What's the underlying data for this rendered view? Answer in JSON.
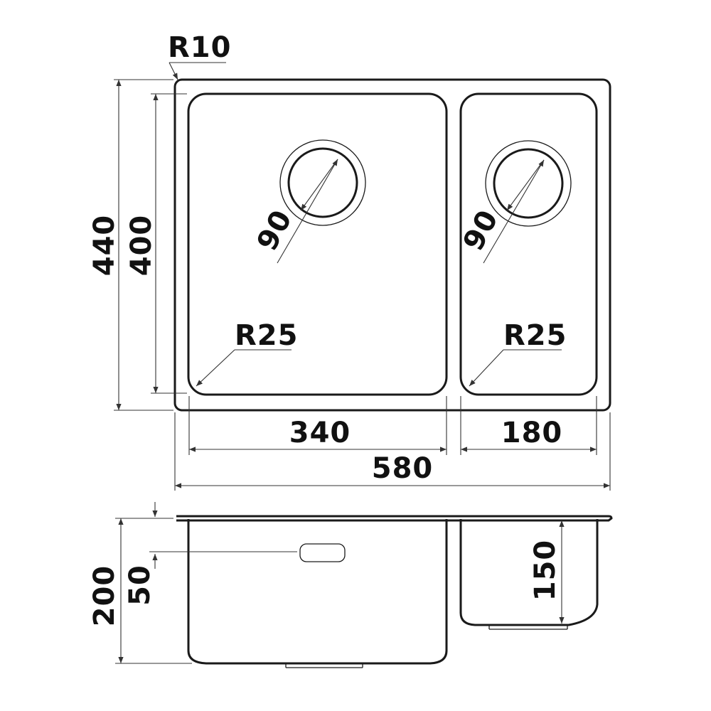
{
  "top_view": {
    "corner_radius_outer": "R10",
    "overall_depth": "440",
    "inner_depth": "400",
    "drain_left": "90",
    "drain_right": "90",
    "corner_radius_left": "R25",
    "corner_radius_right": "R25",
    "width_left_bowl": "340",
    "width_right_bowl": "180",
    "overall_width": "580"
  },
  "side_view": {
    "overall_height": "200",
    "overflow_offset": "50",
    "small_bowl_height": "150"
  },
  "colors": {
    "line": "#1a1a1a",
    "background": "#ffffff"
  }
}
